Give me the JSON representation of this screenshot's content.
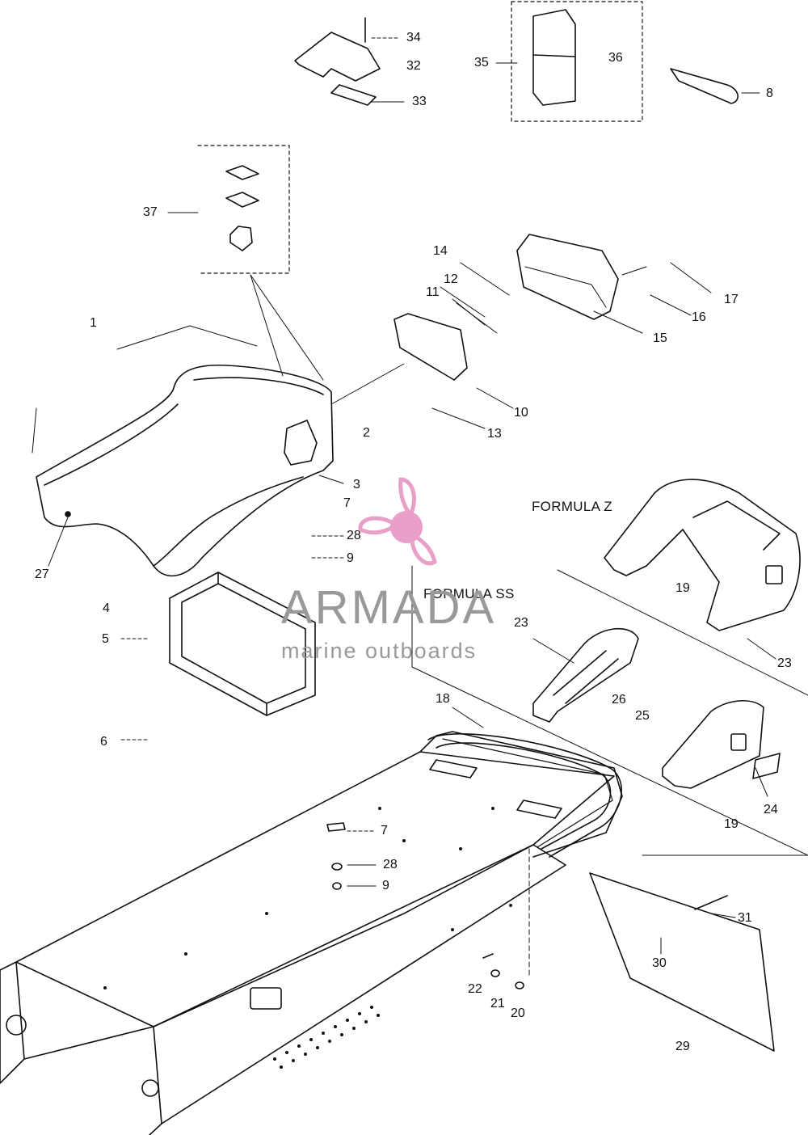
{
  "diagram": {
    "variant_labels": {
      "formula_z": "FORMULA Z",
      "formula_ss": "FORMULA SS"
    },
    "callouts": [
      {
        "key": "p1",
        "text": "1"
      },
      {
        "key": "p2",
        "text": "2"
      },
      {
        "key": "p3",
        "text": "3"
      },
      {
        "key": "p4",
        "text": "4"
      },
      {
        "key": "p5",
        "text": "5"
      },
      {
        "key": "p6",
        "text": "6"
      },
      {
        "key": "p7a",
        "text": "7"
      },
      {
        "key": "p7b",
        "text": "7"
      },
      {
        "key": "p8",
        "text": "8"
      },
      {
        "key": "p9a",
        "text": "9"
      },
      {
        "key": "p9b",
        "text": "9"
      },
      {
        "key": "p10",
        "text": "10"
      },
      {
        "key": "p11",
        "text": "11"
      },
      {
        "key": "p12",
        "text": "12"
      },
      {
        "key": "p13",
        "text": "13"
      },
      {
        "key": "p14",
        "text": "14"
      },
      {
        "key": "p15",
        "text": "15"
      },
      {
        "key": "p16",
        "text": "16"
      },
      {
        "key": "p17",
        "text": "17"
      },
      {
        "key": "p18",
        "text": "18"
      },
      {
        "key": "p19a",
        "text": "19"
      },
      {
        "key": "p19b",
        "text": "19"
      },
      {
        "key": "p20",
        "text": "20"
      },
      {
        "key": "p21",
        "text": "21"
      },
      {
        "key": "p22",
        "text": "22"
      },
      {
        "key": "p23a",
        "text": "23"
      },
      {
        "key": "p23b",
        "text": "23"
      },
      {
        "key": "p24",
        "text": "24"
      },
      {
        "key": "p25",
        "text": "25"
      },
      {
        "key": "p26",
        "text": "26"
      },
      {
        "key": "p27",
        "text": "27"
      },
      {
        "key": "p28a",
        "text": "28"
      },
      {
        "key": "p28b",
        "text": "28"
      },
      {
        "key": "p29",
        "text": "29"
      },
      {
        "key": "p30",
        "text": "30"
      },
      {
        "key": "p31",
        "text": "31"
      },
      {
        "key": "p32",
        "text": "32"
      },
      {
        "key": "p33",
        "text": "33"
      },
      {
        "key": "p34",
        "text": "34"
      },
      {
        "key": "p35",
        "text": "35"
      },
      {
        "key": "p36",
        "text": "36"
      },
      {
        "key": "p37",
        "text": "37"
      }
    ]
  },
  "watermark": {
    "title": "ARMADA",
    "subtitle": "marine outboards",
    "logo_icon": "propeller-logo-icon",
    "logo_color": "#e8a0c8",
    "text_color": "#999999"
  }
}
